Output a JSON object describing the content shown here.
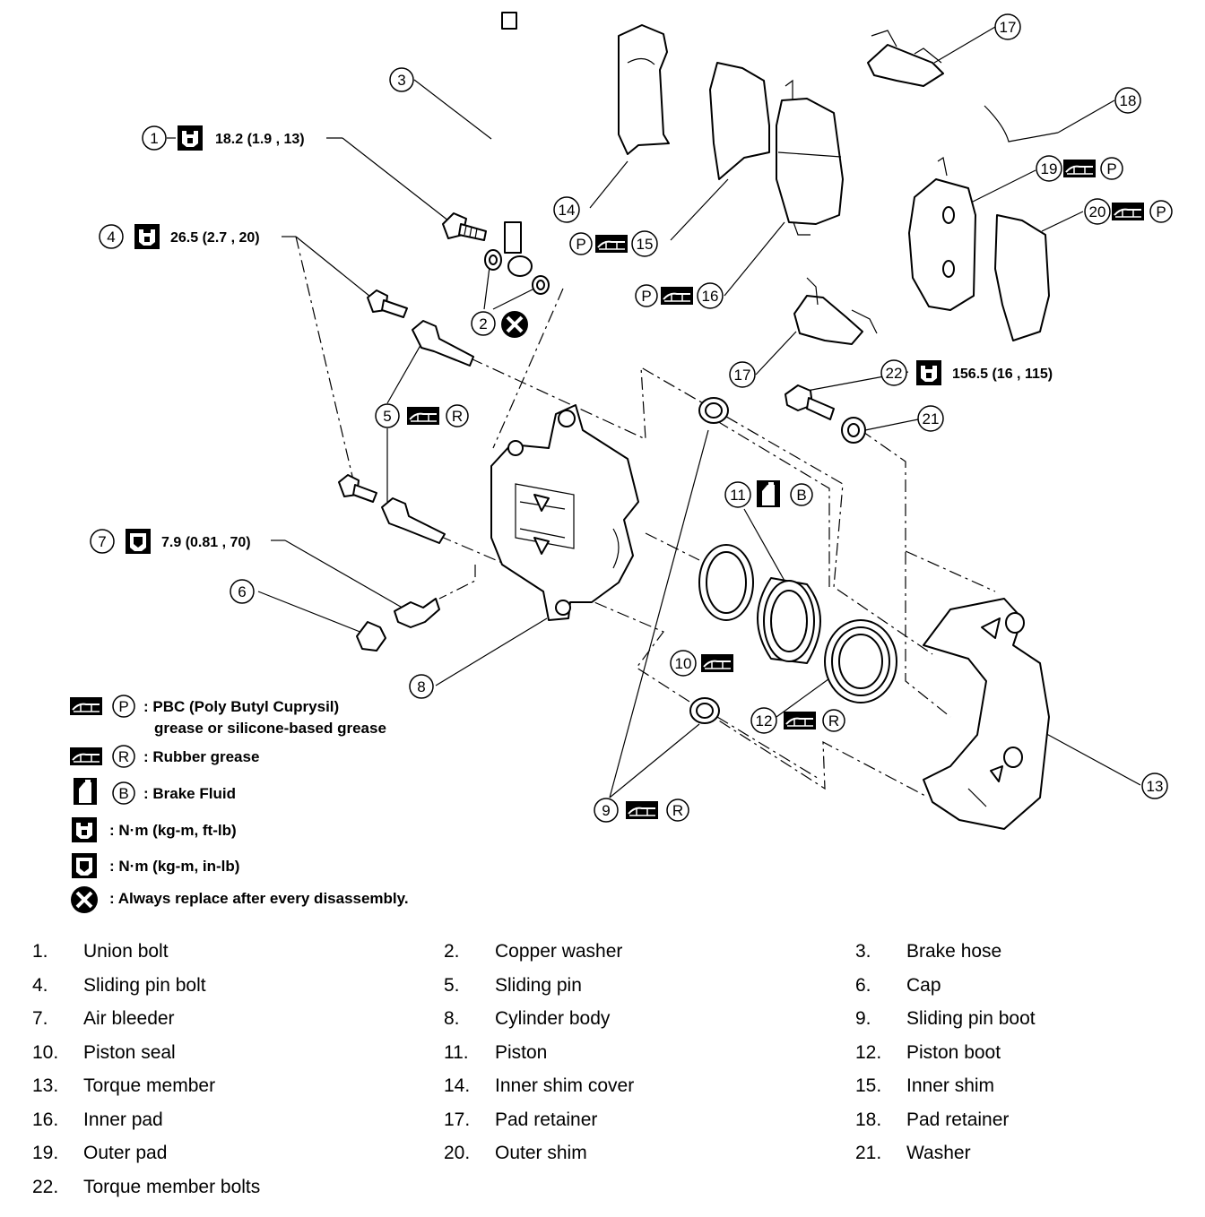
{
  "callouts": {
    "c1": "1",
    "c2": "2",
    "c3": "3",
    "c4": "4",
    "c5": "5",
    "c6": "6",
    "c7": "7",
    "c8": "8",
    "c9": "9",
    "c10": "10",
    "c11": "11",
    "c12": "12",
    "c13": "13",
    "c14": "14",
    "c15": "15",
    "c16": "16",
    "c17a": "17",
    "c17b": "17",
    "c18": "18",
    "c19": "19",
    "c20": "20",
    "c21": "21",
    "c22": "22"
  },
  "torques": {
    "t1": "18.2 (1.9 , 13)",
    "t4": "26.5 (2.7 , 20)",
    "t7": "7.9 (0.81 , 70)",
    "t22": "156.5 (16 , 115)"
  },
  "markers": {
    "p": "P",
    "r": "R",
    "b": "B"
  },
  "legend": {
    "pbc_line1": ": PBC (Poly Butyl Cuprysil)",
    "pbc_line2": "grease or silicone-based grease",
    "rubber": ": Rubber grease",
    "brake_fluid": ": Brake Fluid",
    "torque_ft": ": N·m (kg-m, ft-lb)",
    "torque_in": ": N·m (kg-m, in-lb)",
    "replace": ": Always replace after every disassembly."
  },
  "parts": [
    {
      "num": "1.",
      "name": "Union bolt"
    },
    {
      "num": "2.",
      "name": "Copper washer"
    },
    {
      "num": "3.",
      "name": "Brake hose"
    },
    {
      "num": "4.",
      "name": "Sliding pin bolt"
    },
    {
      "num": "5.",
      "name": "Sliding pin"
    },
    {
      "num": "6.",
      "name": "Cap"
    },
    {
      "num": "7.",
      "name": "Air bleeder"
    },
    {
      "num": "8.",
      "name": "Cylinder body"
    },
    {
      "num": "9.",
      "name": "Sliding pin boot"
    },
    {
      "num": "10.",
      "name": "Piston seal"
    },
    {
      "num": "11.",
      "name": "Piston"
    },
    {
      "num": "12.",
      "name": "Piston boot"
    },
    {
      "num": "13.",
      "name": "Torque member"
    },
    {
      "num": "14.",
      "name": "Inner shim cover"
    },
    {
      "num": "15.",
      "name": "Inner shim"
    },
    {
      "num": "16.",
      "name": "Inner pad"
    },
    {
      "num": "17.",
      "name": "Pad retainer"
    },
    {
      "num": "18.",
      "name": "Pad retainer"
    },
    {
      "num": "19.",
      "name": "Outer pad"
    },
    {
      "num": "20.",
      "name": "Outer shim"
    },
    {
      "num": "21.",
      "name": "Washer"
    },
    {
      "num": "22.",
      "name": "Torque member bolts"
    }
  ]
}
